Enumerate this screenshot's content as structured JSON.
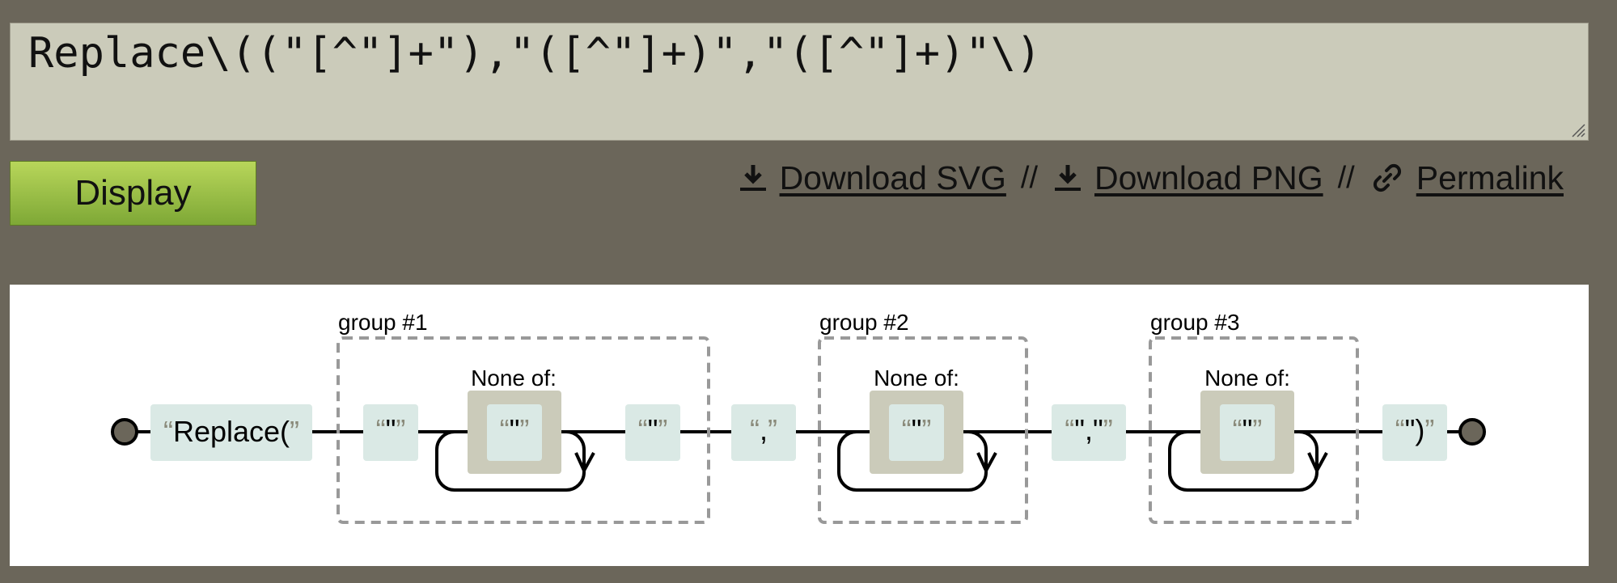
{
  "input": {
    "value": "Replace\\((\"[^\"]+\"),\"([^\"]+)\",\"([^\"]+)\"\\)"
  },
  "toolbar": {
    "display_label": "Display",
    "download_svg_label": "Download SVG",
    "download_png_label": "Download PNG",
    "permalink_label": "Permalink",
    "separator": "//"
  },
  "diagram": {
    "literal_replace": "Replace(",
    "quote": "\"",
    "comma": ",",
    "quote_comma_quote": "\",\"",
    "close": "\")",
    "open_quote": "“",
    "close_quote": "”",
    "groups": [
      {
        "label": "group #1",
        "none_of": "None of:"
      },
      {
        "label": "group #2",
        "none_of": "None of:"
      },
      {
        "label": "group #3",
        "none_of": "None of:"
      }
    ]
  },
  "colors": {
    "page_bg": "#6b665a",
    "input_bg": "#cbcbba",
    "button_green": "#9ac447",
    "literal_box": "#dae9e5",
    "charset_box": "#cbcbba"
  },
  "icons": [
    "download-icon",
    "download-icon",
    "link-icon",
    "resize-grip-icon"
  ]
}
